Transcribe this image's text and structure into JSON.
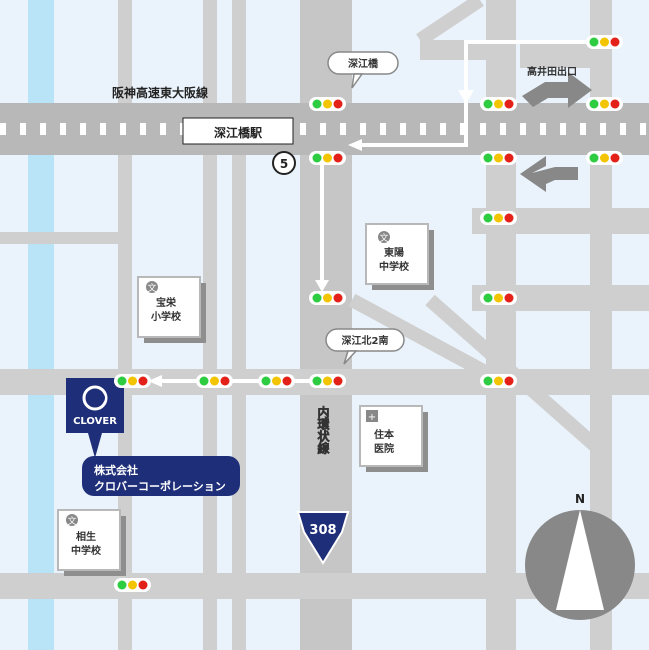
{
  "colors": {
    "background": "#eaf3fb",
    "road": "#c6c6c6",
    "highway": "#b8b8b8",
    "river": "#b9e3f6",
    "route_arrow": "#ffffff",
    "building": "#b8b8b8",
    "callout_fill": "#1e2e78",
    "signal_green": "#2ecc40",
    "signal_yellow": "#f3c400",
    "signal_red": "#e32119",
    "compass_fill": "#888888"
  },
  "labels": {
    "highway_name": "阪神高速東大阪線",
    "station_name": "深江橋駅",
    "station_exit_number": "5",
    "exit_name": "高井田出口",
    "intersection_fukaebashi": "深江橋",
    "intersection_kita2minami": "深江北2南",
    "inner_ring_road": "内環状線",
    "route_number": "308",
    "compass": "N"
  },
  "places": {
    "school_toyo": {
      "icon": "school-icon",
      "glyph": "文",
      "line1": "東陽",
      "line2": "中学校"
    },
    "school_hoei": {
      "icon": "school-icon",
      "glyph": "文",
      "line1": "宝栄",
      "line2": "小学校"
    },
    "school_aioi": {
      "icon": "school-icon",
      "glyph": "文",
      "line1": "相生",
      "line2": "中学校"
    },
    "hospital_sumimoto": {
      "icon": "hospital-icon",
      "glyph": "+",
      "line1": "住本",
      "line2": "医院"
    }
  },
  "company": {
    "logo_text": "CLOVER",
    "name_line1": "株式会社",
    "name_line2": "クロバーコーポレーション"
  }
}
